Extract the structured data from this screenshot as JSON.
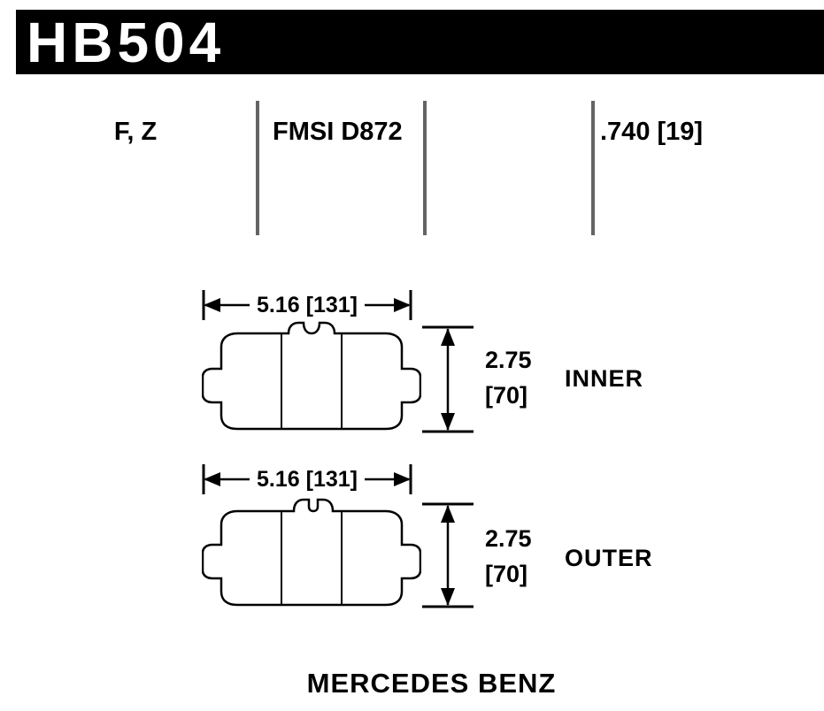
{
  "header": {
    "part_number": "HB504"
  },
  "spec_row": {
    "compounds": "F, Z",
    "fmsi": "FMSI D872",
    "thickness": ".740 [19]"
  },
  "pads": [
    {
      "position_label": "INNER",
      "width_dim": "5.16 [131]",
      "height_dim_in": "2.75",
      "height_dim_mm": "[70]"
    },
    {
      "position_label": "OUTER",
      "width_dim": "5.16 [131]",
      "height_dim_in": "2.75",
      "height_dim_mm": "[70]"
    }
  ],
  "footer": {
    "make": "MERCEDES BENZ"
  },
  "colors": {
    "header_bg": "#000000",
    "header_fg": "#ffffff",
    "divider": "#646464",
    "line": "#000000",
    "background": "#ffffff"
  }
}
